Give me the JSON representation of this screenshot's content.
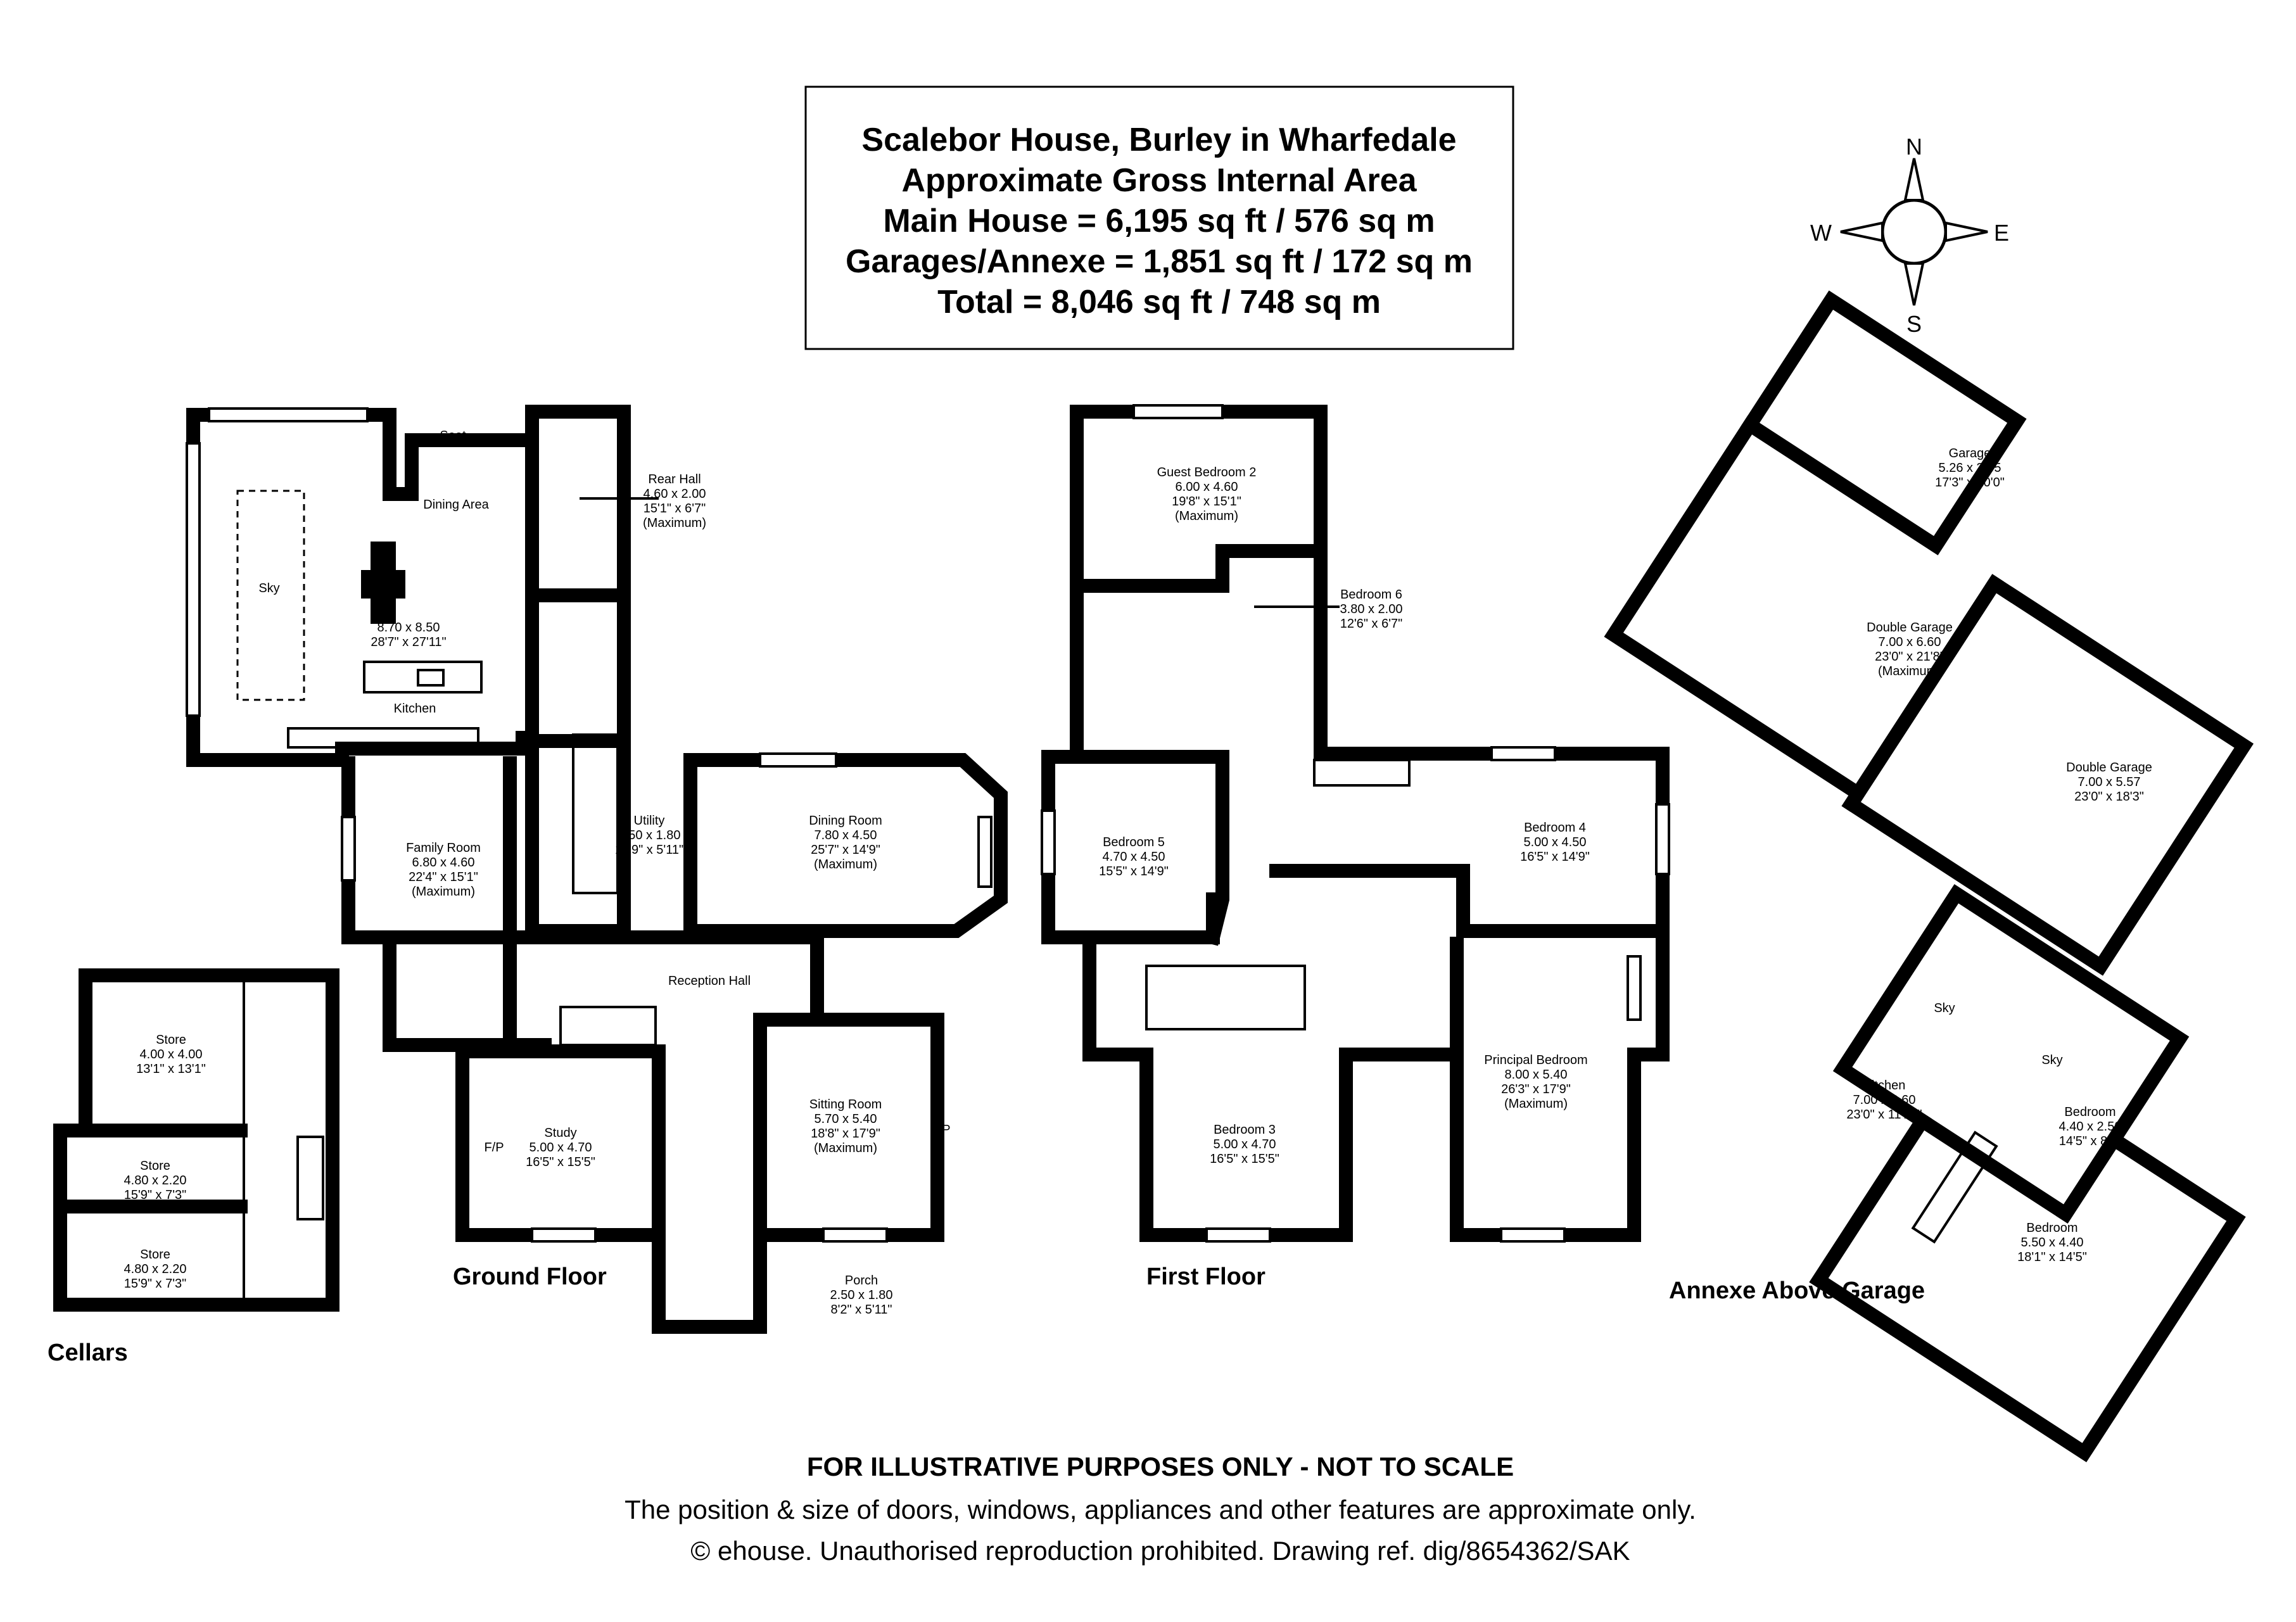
{
  "header": {
    "title": "Scalebor House, Burley in Wharfedale",
    "line2": "Approximate Gross Internal Area",
    "line3": "Main House = 6,195 sq ft / 576 sq m",
    "line4": "Garages/Annexe = 1,851 sq ft / 172 sq m",
    "line5": "Total = 8,046 sq ft / 748 sq m"
  },
  "compass": {
    "n": "N",
    "s": "S",
    "e": "E",
    "w": "W"
  },
  "floors": {
    "ground": "Ground Floor",
    "first": "First Floor",
    "annexe": "Annexe Above Garage",
    "cellars": "Cellars"
  },
  "ground_rooms": {
    "seat": "Seat",
    "dining_area": "Dining Area",
    "sky": "Sky",
    "kitchen_dims1": "8.70 x 8.50",
    "kitchen_dims2": "28'7\" x 27'11\"",
    "kitchen": "Kitchen",
    "rear_hall": [
      "Rear Hall",
      "4.60 x 2.00",
      "15'1\" x 6'7\"",
      "(Maximum)"
    ],
    "utility": [
      "Utility",
      "4.50 x 1.80",
      "14'9\" x 5'11\""
    ],
    "dining_room": [
      "Dining Room",
      "7.80 x 4.50",
      "25'7\" x 14'9\"",
      "(Maximum)"
    ],
    "family_room": [
      "Family Room",
      "6.80 x 4.60",
      "22'4\" x 15'1\"",
      "(Maximum)"
    ],
    "reception_hall": "Reception Hall",
    "study": [
      "Study",
      "5.00 x 4.70",
      "16'5\" x 15'5\""
    ],
    "sitting_room": [
      "Sitting Room",
      "5.70 x 5.40",
      "18'8\" x 17'9\"",
      "(Maximum)"
    ],
    "porch": [
      "Porch",
      "2.50 x 1.80",
      "8'2\" x 5'11\""
    ],
    "fp": "F/P"
  },
  "first_rooms": {
    "guest_bedroom_2": [
      "Guest Bedroom 2",
      "6.00 x 4.60",
      "19'8\" x 15'1\"",
      "(Maximum)"
    ],
    "bedroom_6": [
      "Bedroom 6",
      "3.80 x 2.00",
      "12'6\" x 6'7\""
    ],
    "bedroom_5": [
      "Bedroom 5",
      "4.70 x 4.50",
      "15'5\" x 14'9\""
    ],
    "bedroom_4": [
      "Bedroom 4",
      "5.00 x 4.50",
      "16'5\" x 14'9\""
    ],
    "bedroom_3": [
      "Bedroom 3",
      "5.00 x 4.70",
      "16'5\" x 15'5\""
    ],
    "principal_bedroom": [
      "Principal Bedroom",
      "8.00 x 5.40",
      "26'3\" x 17'9\"",
      "(Maximum)"
    ]
  },
  "garage_rooms": {
    "garage": [
      "Garage",
      "5.26 x 3.05",
      "17'3\" x 10'0\""
    ],
    "double_garage_a": [
      "Double Garage",
      "7.00 x 6.60",
      "23'0\" x 21'8\"",
      "(Maximum)"
    ],
    "double_garage_b": [
      "Double Garage",
      "7.00 x 5.57",
      "23'0\" x 18'3\""
    ]
  },
  "annexe_rooms": {
    "kitchen": [
      "Kitchen",
      "7.00 x 3.60",
      "23'0\" x 11'10\""
    ],
    "bedroom_a": [
      "Bedroom",
      "4.40 x 2.50",
      "14'5\" x 8'2\""
    ],
    "bedroom_b": [
      "Bedroom",
      "5.50 x 4.40",
      "18'1\" x 14'5\""
    ],
    "sky": "Sky"
  },
  "cellar_rooms": {
    "store_a": [
      "Store",
      "4.00 x 4.00",
      "13'1\" x 13'1\""
    ],
    "store_b": [
      "Store",
      "4.80 x 2.20",
      "15'9\" x 7'3\""
    ],
    "store_c": [
      "Store",
      "4.80 x 2.20",
      "15'9\" x 7'3\""
    ]
  },
  "footer": {
    "line1": "FOR ILLUSTRATIVE PURPOSES ONLY - NOT TO SCALE",
    "line2": "The position & size of doors, windows, appliances and other features are approximate only.",
    "line3": "© ehouse. Unauthorised reproduction prohibited. Drawing ref. dig/8654362/SAK"
  }
}
